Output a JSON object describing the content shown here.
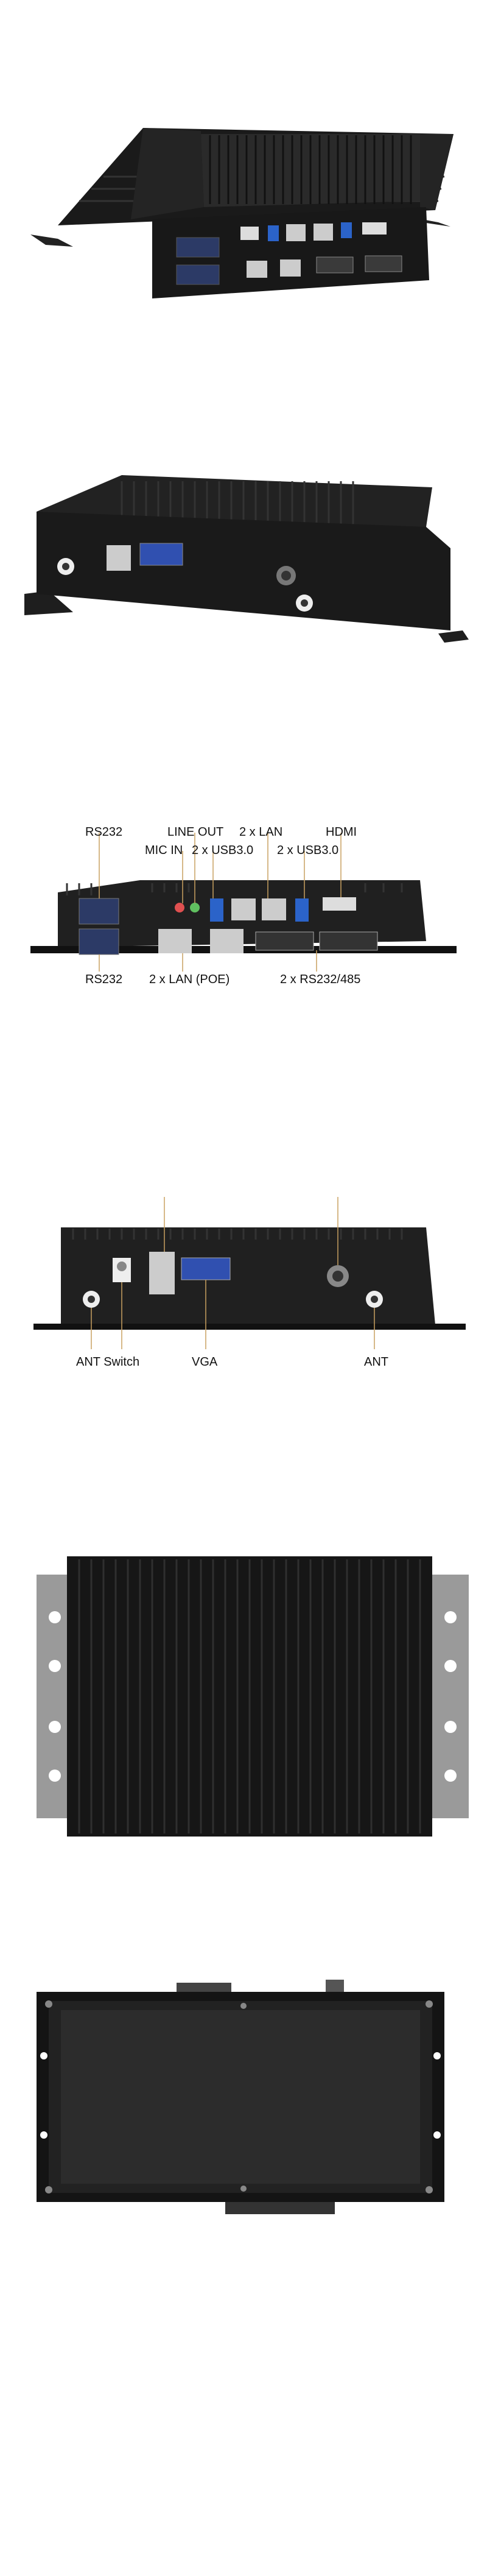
{
  "colors": {
    "background": "#ffffff",
    "chassis": "#1c1c1c",
    "fins": "#2a2a2a",
    "bracket": "#9a9a9a",
    "vga_blue": "#3050b0",
    "usb_blue": "#2b63c9",
    "leader_line": "#c8a060",
    "label_text": "#111111"
  },
  "front_labels": {
    "rs232_top": "RS232",
    "line_out": "LINE OUT",
    "lan_top": "2 x LAN",
    "hdmi": "HDMI",
    "mic_in": "MIC IN",
    "usb3_left": "2 x USB3.0",
    "usb3_right": "2 x USB3.0",
    "rs232_bottom": "RS232",
    "lan_poe": "2 x LAN (POE)",
    "rs232_485": "2 x RS232/485"
  },
  "rear_labels": {
    "ant_switch": "ANT  Switch",
    "vga": "VGA",
    "ant": "ANT"
  }
}
